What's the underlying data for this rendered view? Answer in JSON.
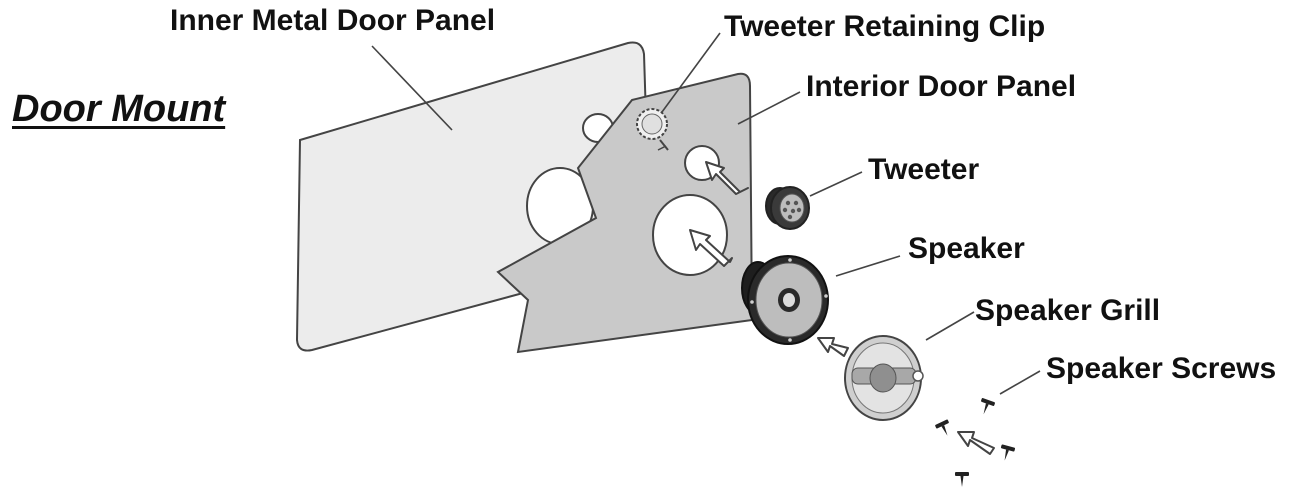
{
  "title": "Door Mount",
  "labels": {
    "inner_metal_door_panel": "Inner Metal Door Panel",
    "tweeter_retaining_clip": "Tweeter Retaining Clip",
    "interior_door_panel": "Interior Door Panel",
    "tweeter": "Tweeter",
    "speaker": "Speaker",
    "speaker_grill": "Speaker Grill",
    "speaker_screws": "Speaker Screws"
  },
  "colors": {
    "line": "#444444",
    "metal_panel_fill": "#ececec",
    "interior_panel_fill": "#c9c9c9",
    "hole_fill": "#ffffff",
    "speaker_dark": "#2a2a2a",
    "speaker_cone": "#bdbdbd",
    "grill_fill": "#cfcfcf"
  }
}
